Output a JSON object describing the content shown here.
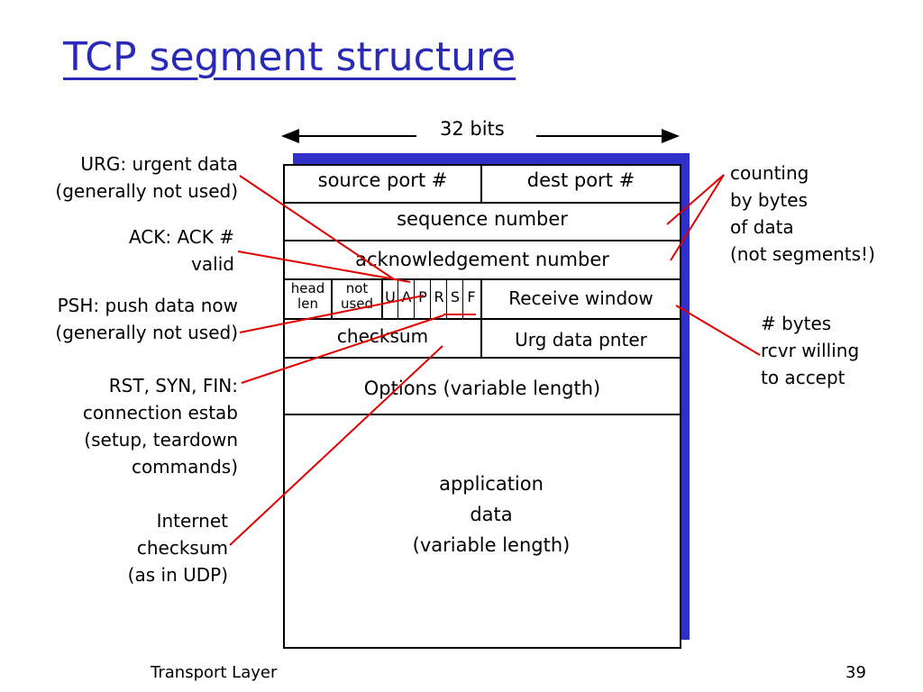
{
  "title": "TCP segment structure",
  "width_label": "32 bits",
  "fields": {
    "source_port": "source port #",
    "dest_port": "dest port #",
    "sequence_number": "sequence number",
    "ack_number": "acknowledgement number",
    "head_len": [
      "head",
      "len"
    ],
    "not_used": [
      "not",
      "used"
    ],
    "flags": [
      "U",
      "A",
      "P",
      "R",
      "S",
      "F"
    ],
    "receive_window": "Receive window",
    "checksum": "checksum",
    "urg_pointer": "Urg data pnter",
    "options": "Options (variable length)",
    "application_data": [
      "application",
      "data",
      "(variable length)"
    ]
  },
  "annotations": {
    "urg": [
      "URG: urgent data",
      "(generally not used)"
    ],
    "ack": [
      "ACK: ACK #",
      "valid"
    ],
    "psh": [
      "PSH: push data now",
      "(generally not used)"
    ],
    "rst": [
      "RST, SYN, FIN:",
      "connection estab",
      "(setup, teardown",
      "commands)"
    ],
    "checksum": [
      "Internet",
      "checksum",
      "(as in UDP)"
    ],
    "counting": [
      "counting",
      "by bytes",
      "of data",
      "(not segments!)"
    ],
    "rcvr": [
      "# bytes",
      "rcvr willing",
      "to accept"
    ]
  },
  "footer": {
    "left": "Transport Layer",
    "page": "39"
  },
  "colors": {
    "title": "#2a2ab8",
    "shadow": "#3030c8",
    "callout_line": "#e00000"
  }
}
